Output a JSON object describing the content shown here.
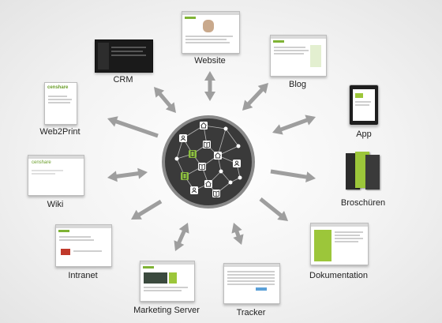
{
  "diagram": {
    "nodes": [
      {
        "id": "website",
        "label": "Website"
      },
      {
        "id": "blog",
        "label": "Blog"
      },
      {
        "id": "app",
        "label": "App"
      },
      {
        "id": "broschueren",
        "label": "Broschüren"
      },
      {
        "id": "dokumentation",
        "label": "Dokumentation"
      },
      {
        "id": "tracker",
        "label": "Tracker"
      },
      {
        "id": "marketing-server",
        "label": "Marketing Server"
      },
      {
        "id": "intranet",
        "label": "Intranet"
      },
      {
        "id": "wiki",
        "label": "Wiki"
      },
      {
        "id": "web2print",
        "label": "Web2Print"
      },
      {
        "id": "crm",
        "label": "CRM"
      }
    ],
    "thumbnail_logos": {
      "web2print": "censhare",
      "wiki": "censhare"
    },
    "hub": {
      "icon_names": [
        "home-icon",
        "cart-icon",
        "user-icon",
        "book-icon",
        "document-icon",
        "phone-icon"
      ]
    },
    "colors": {
      "arrow": "#9e9e9e",
      "hub_fill": "#3a3a3a",
      "hub_ring": "#8a8a8a",
      "accent_green": "#8cbf3f"
    }
  }
}
